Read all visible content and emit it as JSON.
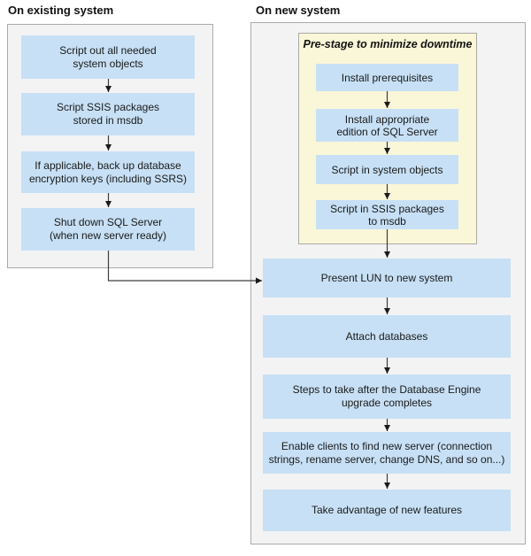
{
  "colors": {
    "step_box_blue": "#c7e0f5",
    "prestage_yellow": "#faf6d8",
    "system_panel_gray": "#f3f3f4",
    "panel_border_gray": "#ababab",
    "arrow_dark": "#3d3d3d",
    "text_dark": "#1a1a1a"
  },
  "left_panel": {
    "title": "On existing system",
    "steps": [
      "Script out all needed\nsystem objects",
      "Script SSIS packages\nstored in msdb",
      "If applicable, back up database\nencryption keys (including SSRS)",
      "Shut down SQL Server\n(when new server ready)"
    ]
  },
  "right_panel": {
    "title": "On new system",
    "prestage": {
      "title": "Pre-stage to minimize downtime",
      "steps": [
        "Install prerequisites",
        "Install appropriate\nedition of SQL Server",
        "Script in system objects",
        "Script in SSIS packages\nto msdb"
      ]
    },
    "steps": [
      "Present LUN to new system",
      "Attach databases",
      "Steps to take after the Database Engine\nupgrade completes",
      "Enable clients to find new server (connection\nstrings, rename server, change DNS, and so on...)",
      "Take advantage of new features"
    ]
  }
}
